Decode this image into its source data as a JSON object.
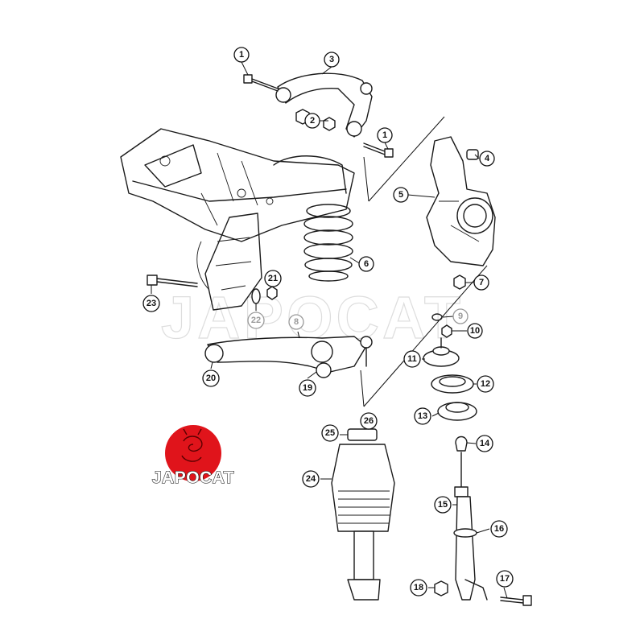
{
  "watermark": {
    "text": "JAPOCAT"
  },
  "logo": {
    "text": "JAPOCAT",
    "color": "#e0141b"
  },
  "callouts": [
    {
      "label": "1"
    },
    {
      "label": "2"
    },
    {
      "label": "3"
    },
    {
      "label": "1"
    },
    {
      "label": "4"
    },
    {
      "label": "5"
    },
    {
      "label": "6"
    },
    {
      "label": "7"
    },
    {
      "label": "9"
    },
    {
      "label": "10"
    },
    {
      "label": "11"
    },
    {
      "label": "12"
    },
    {
      "label": "13"
    },
    {
      "label": "14"
    },
    {
      "label": "15"
    },
    {
      "label": "16"
    },
    {
      "label": "17"
    },
    {
      "label": "18"
    },
    {
      "label": "19"
    },
    {
      "label": "20"
    },
    {
      "label": "21"
    },
    {
      "label": "22"
    },
    {
      "label": "23"
    },
    {
      "label": "8"
    },
    {
      "label": "24"
    },
    {
      "label": "25"
    },
    {
      "label": "26"
    }
  ]
}
